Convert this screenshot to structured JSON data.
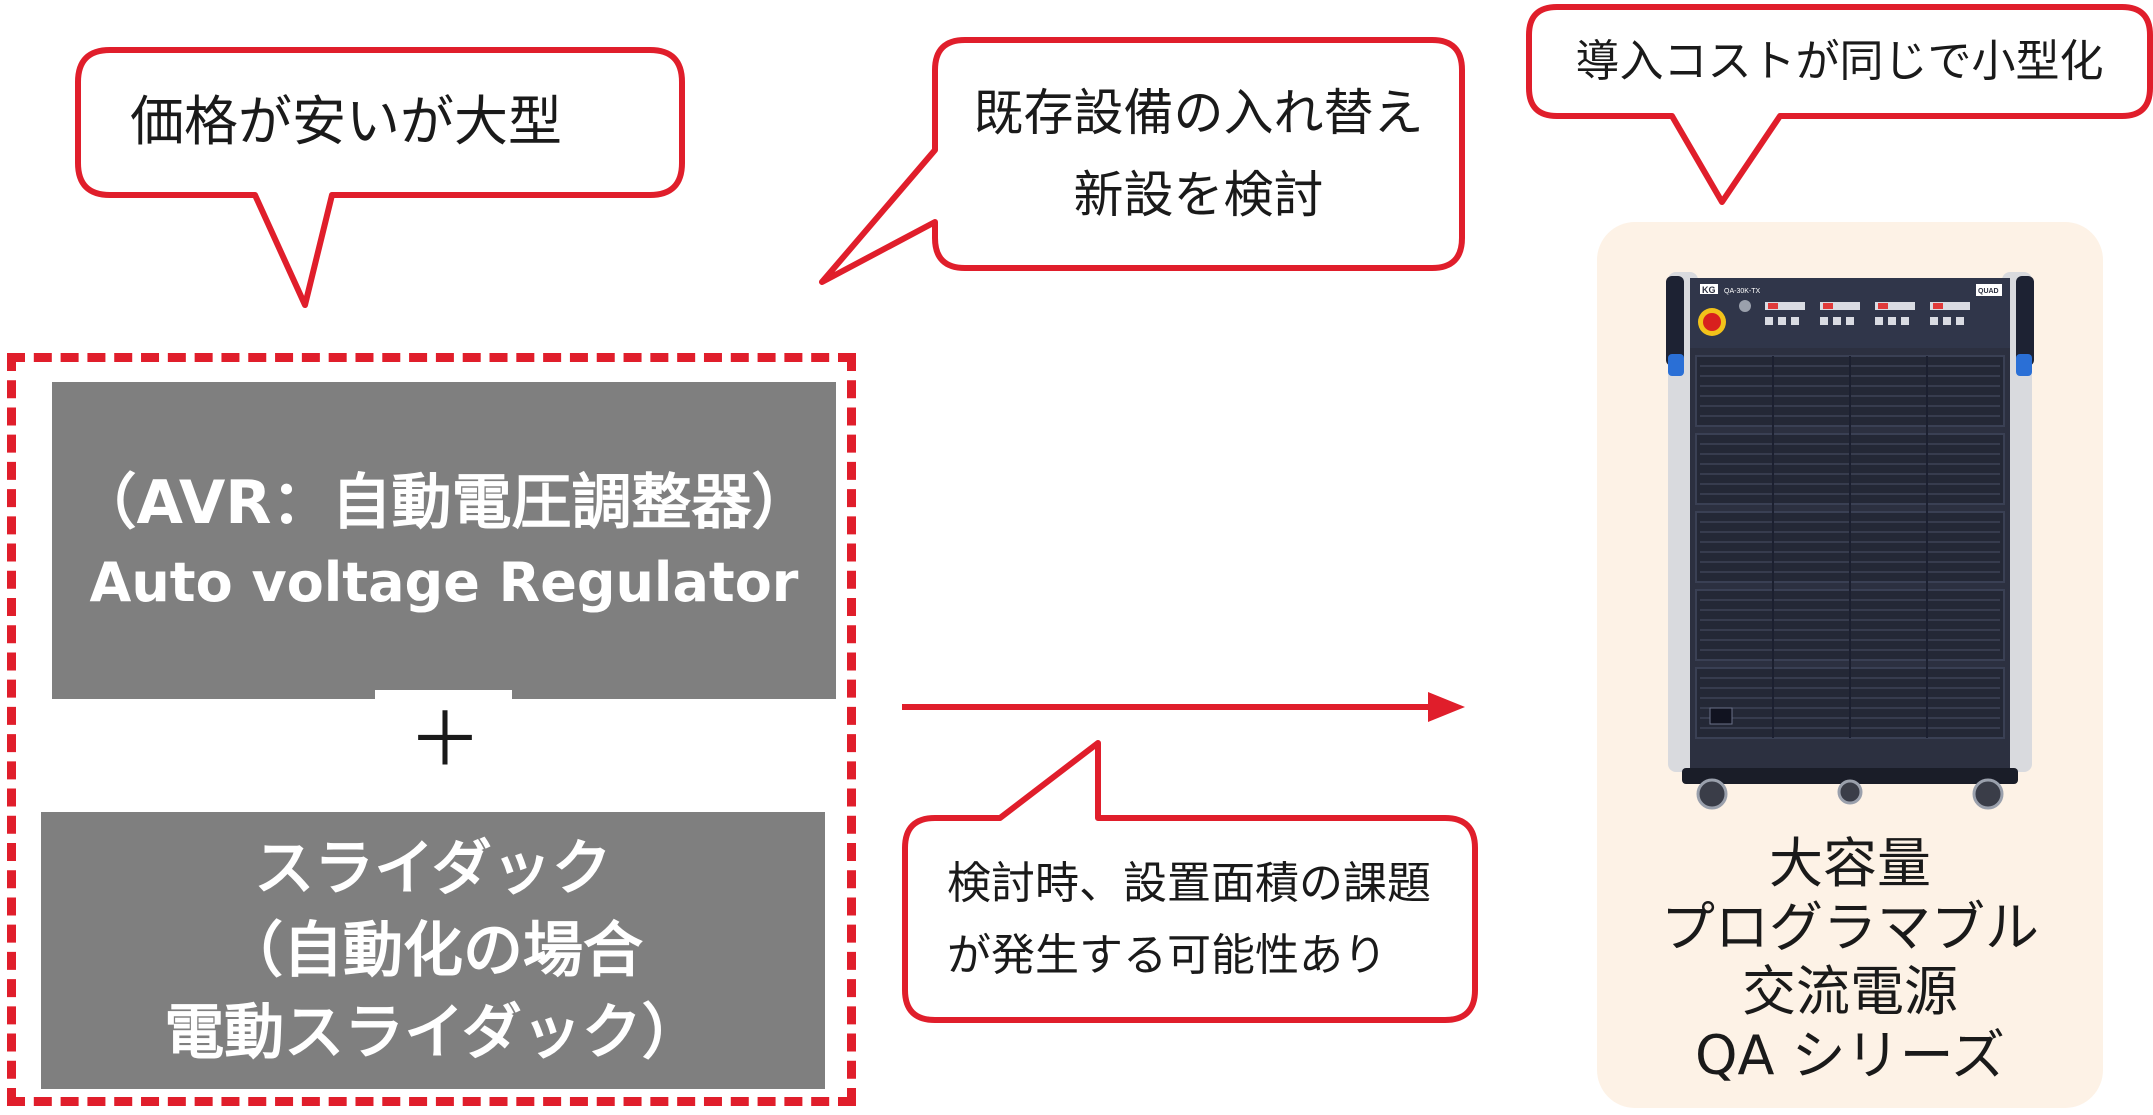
{
  "bubbles": {
    "left": {
      "lines": [
        "価格が安いが大型"
      ]
    },
    "middle": {
      "lines": [
        "既存設備の入れ替え",
        "新設を検討"
      ]
    },
    "right": {
      "lines": [
        "導入コストが同じで小型化"
      ]
    },
    "bottom": {
      "lines": [
        "検討時、設置面積の課題",
        "が発生する可能性あり"
      ]
    }
  },
  "avr_box": {
    "line1": "（AVR：自動電圧調整器）",
    "line2": "Auto voltage Regulator"
  },
  "plus_sign": "＋",
  "slidac_box": {
    "line1": "スライダック",
    "line2": "（自動化の場合",
    "line3": "電動スライダック）"
  },
  "product": {
    "label_lines": [
      "大容量",
      "プログラマブル",
      "交流電源",
      "QA シリーズ"
    ],
    "device_brand": "KG",
    "device_model": "QA-30K-TX",
    "device_logo": "QUAD"
  },
  "colors": {
    "accent_red": "#e01e2b",
    "box_gray": "#7f7f7f",
    "panel_beige": "#fdf2e6",
    "device_body": "#2c3040",
    "device_frame": "#d9dade"
  }
}
